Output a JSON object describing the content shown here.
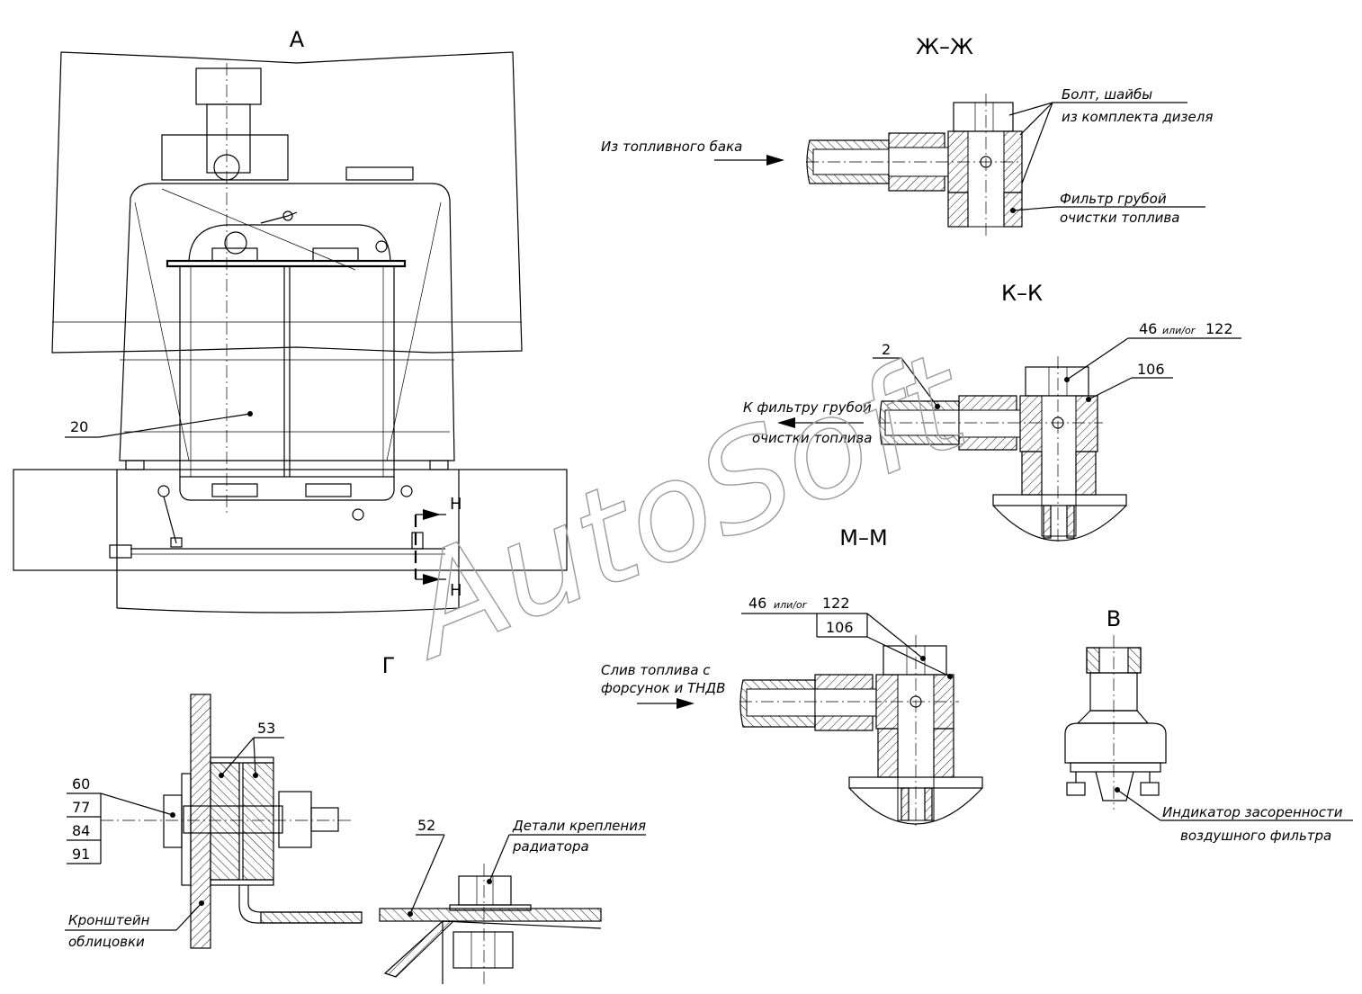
{
  "views": {
    "a": "А",
    "zh": "Ж–Ж",
    "k": "К–К",
    "m": "М–М",
    "v": "В",
    "g": "Г"
  },
  "labels": {
    "bolt_line1": "Болт, шайбы",
    "bolt_line2": "из комплекта дизеля",
    "from_tank": "Из топливного бака",
    "filter_line1": "Фильтр грубой",
    "filter_line2": "очистки топлива",
    "to_filter_line1": "К фильтру грубой",
    "to_filter_line2": "очистки топлива",
    "drain_line1": "Слив топлива с",
    "drain_line2": "форсунок и ТНДВ",
    "indicator_line1": "Индикатор засоренности",
    "indicator_line2": "воздушного фильтра",
    "radiator_line1": "Детали крепления",
    "radiator_line2": "радиатора",
    "bracket_line1": "Кронштейн",
    "bracket_line2": "облицовки"
  },
  "numbers": {
    "p20": "20",
    "p2": "2",
    "kk_top_a": "46",
    "kk_top_or": "или/or",
    "kk_top_b": "122",
    "kk_106": "106",
    "mm_top_a": "46",
    "mm_top_or": "или/or",
    "mm_top_b": "122",
    "mm_106": "106",
    "p53": "53",
    "p60": "60",
    "p77": "77",
    "p84": "84",
    "p91": "91",
    "p52": "52"
  },
  "watermark": "AutoSoft"
}
